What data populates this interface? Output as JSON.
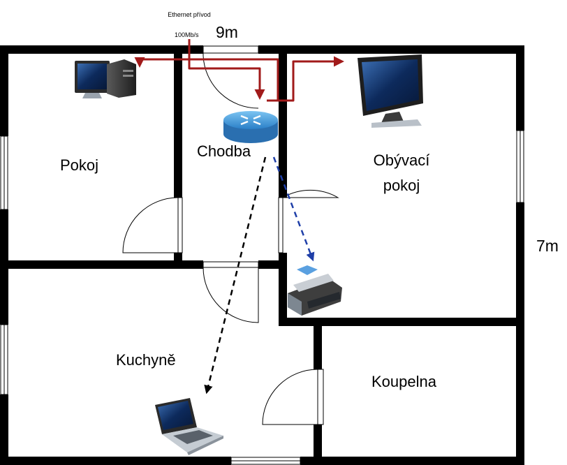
{
  "dimensions": {
    "width_label": "9m",
    "height_label": "7m"
  },
  "ethernet": {
    "label_line1": "Ethernet přívod",
    "label_line2": "100Mb/s",
    "color": "#a11a1a"
  },
  "rooms": {
    "pokoj": "Pokoj",
    "chodba": "Chodba",
    "obyvaci_line1": "Obývací",
    "obyvaci_line2": "pokoj",
    "kuchyne": "Kuchyně",
    "koupelna": "Koupelna"
  },
  "devices": {
    "desktop": "desktop-computer-icon",
    "monitor": "monitor-icon",
    "router": "router-icon",
    "printer": "printer-icon",
    "laptop": "laptop-icon"
  },
  "links": {
    "wired_color": "#a11a1a",
    "wifi_laptop_color": "#000000",
    "wifi_printer_color": "#1f3fa8"
  }
}
